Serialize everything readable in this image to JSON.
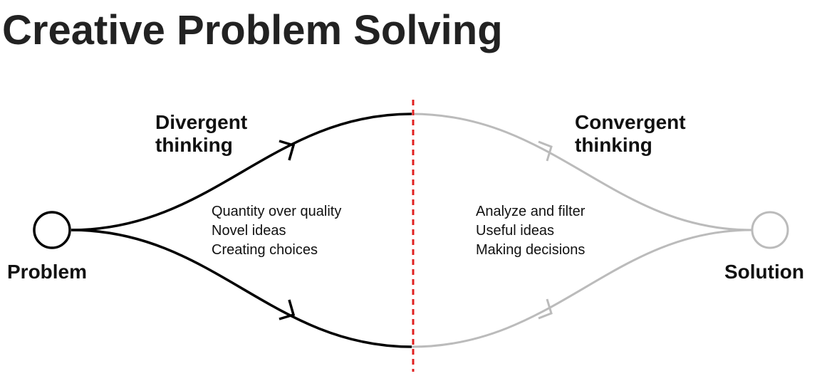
{
  "title": "Creative Problem Solving",
  "left": {
    "node_label": "Problem",
    "phase_lines": [
      "Divergent",
      "thinking"
    ],
    "points": [
      "Quantity over quality",
      "Novel ideas",
      "Creating choices"
    ]
  },
  "right": {
    "node_label": "Solution",
    "phase_lines": [
      "Convergent",
      "thinking"
    ],
    "points": [
      "Analyze and filter",
      "Useful ideas",
      "Making decisions"
    ]
  },
  "colors": {
    "active": "#000000",
    "inactive": "#bbbbbb",
    "divider": "#e02020"
  }
}
